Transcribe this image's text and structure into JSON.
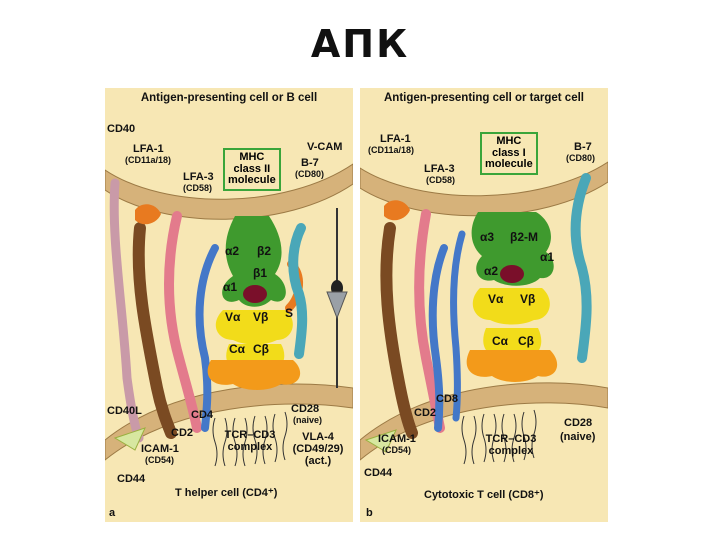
{
  "slide": {
    "title": "АПК"
  },
  "panel_a": {
    "letter": "a",
    "header": "Antigen-presenting cell or B cell",
    "mhc_box": [
      "MHC",
      "class II",
      "molecule"
    ],
    "labels": {
      "cd40": "CD40",
      "lfa1": "LFA-1",
      "lfa1_sub": "(CD11a/18)",
      "lfa3": "LFA-3",
      "lfa3_sub": "(CD58)",
      "b7": "B-7",
      "b7_sub": "(CD80)",
      "vcam": "V-CAM",
      "cd40l": "CD40L",
      "cd4": "CD4",
      "cd2": "CD2",
      "icam1": "ICAM-1",
      "icam1_sub": "(CD54)",
      "cd44": "CD44",
      "tcr": "TCR–CD3",
      "complex": "complex",
      "cd28": "CD28",
      "cd28_sub": "(naive)",
      "vla4": "VLA-4",
      "vla4_sub": "(CD49/29)",
      "vla4_sub2": "(act.)",
      "footer": "T helper cell (CD4⁺)"
    },
    "domains": {
      "alpha2": "α2",
      "beta2": "β2",
      "beta1": "β1",
      "alpha1": "α1",
      "va": "Vα",
      "vb": "Vβ",
      "ca": "Cα",
      "cb": "Cβ",
      "s": "S"
    }
  },
  "panel_b": {
    "letter": "b",
    "header": "Antigen-presenting cell or target cell",
    "mhc_box": [
      "MHC",
      "class I",
      "molecule"
    ],
    "labels": {
      "lfa1": "LFA-1",
      "lfa1_sub": "(CD11a/18)",
      "lfa3": "LFA-3",
      "lfa3_sub": "(CD58)",
      "b7": "B-7",
      "b7_sub": "(CD80)",
      "cd8": "CD8",
      "cd2": "CD2",
      "icam1": "ICAM-1",
      "icam1_sub": "(CD54)",
      "cd44": "CD44",
      "tcr": "TCR–CD3",
      "complex": "complex",
      "cd28": "CD28",
      "cd28_sub": "(naive)",
      "footer": "Cytotoxic T cell (CD8⁺)"
    },
    "domains": {
      "alpha3": "α3",
      "b2m": "β2-M",
      "alpha1": "α1",
      "alpha2": "α2",
      "va": "Vα",
      "vb": "Vβ",
      "ca": "Cα",
      "cb": "Cβ"
    }
  },
  "colors": {
    "panel_bg": "#f7e7b4",
    "membrane": "#d6b27a",
    "box_border": "#3aa53a",
    "mhc_green": "#3f9a2e",
    "peptide": "#7a0f2a",
    "tcr_yellow": "#f2dc1a",
    "cd3_orange": "#f39a1a",
    "lfa1_brown": "#7a4a22",
    "lfa1_orange": "#e87a20",
    "lfa3_pink": "#e37b8c",
    "cd2_blue": "#4478c8",
    "b7_teal": "#4aa7b8",
    "cd40_mauve": "#c99aa8"
  }
}
